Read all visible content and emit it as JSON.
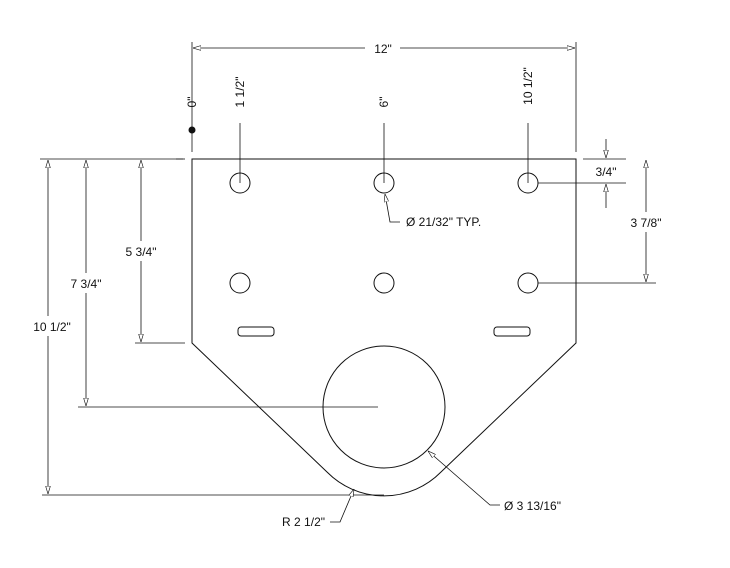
{
  "dimensions": {
    "overall_width": "12\"",
    "datum_zero": "0\"",
    "hole_x_1": "1 1/2\"",
    "hole_x_2": "6\"",
    "hole_x_3": "10 1/2\"",
    "overall_height": "10 1/2\"",
    "center_height": "7 3/4\"",
    "side_height": "5 3/4\"",
    "top_hole_offset": "3/4\"",
    "hole_row_spacing": "3 7/8\""
  },
  "callouts": {
    "hole_diameter": "Ø 21/32\" TYP.",
    "large_hole_diameter": "Ø 3 13/16\"",
    "bottom_radius": "R 2 1/2\""
  }
}
